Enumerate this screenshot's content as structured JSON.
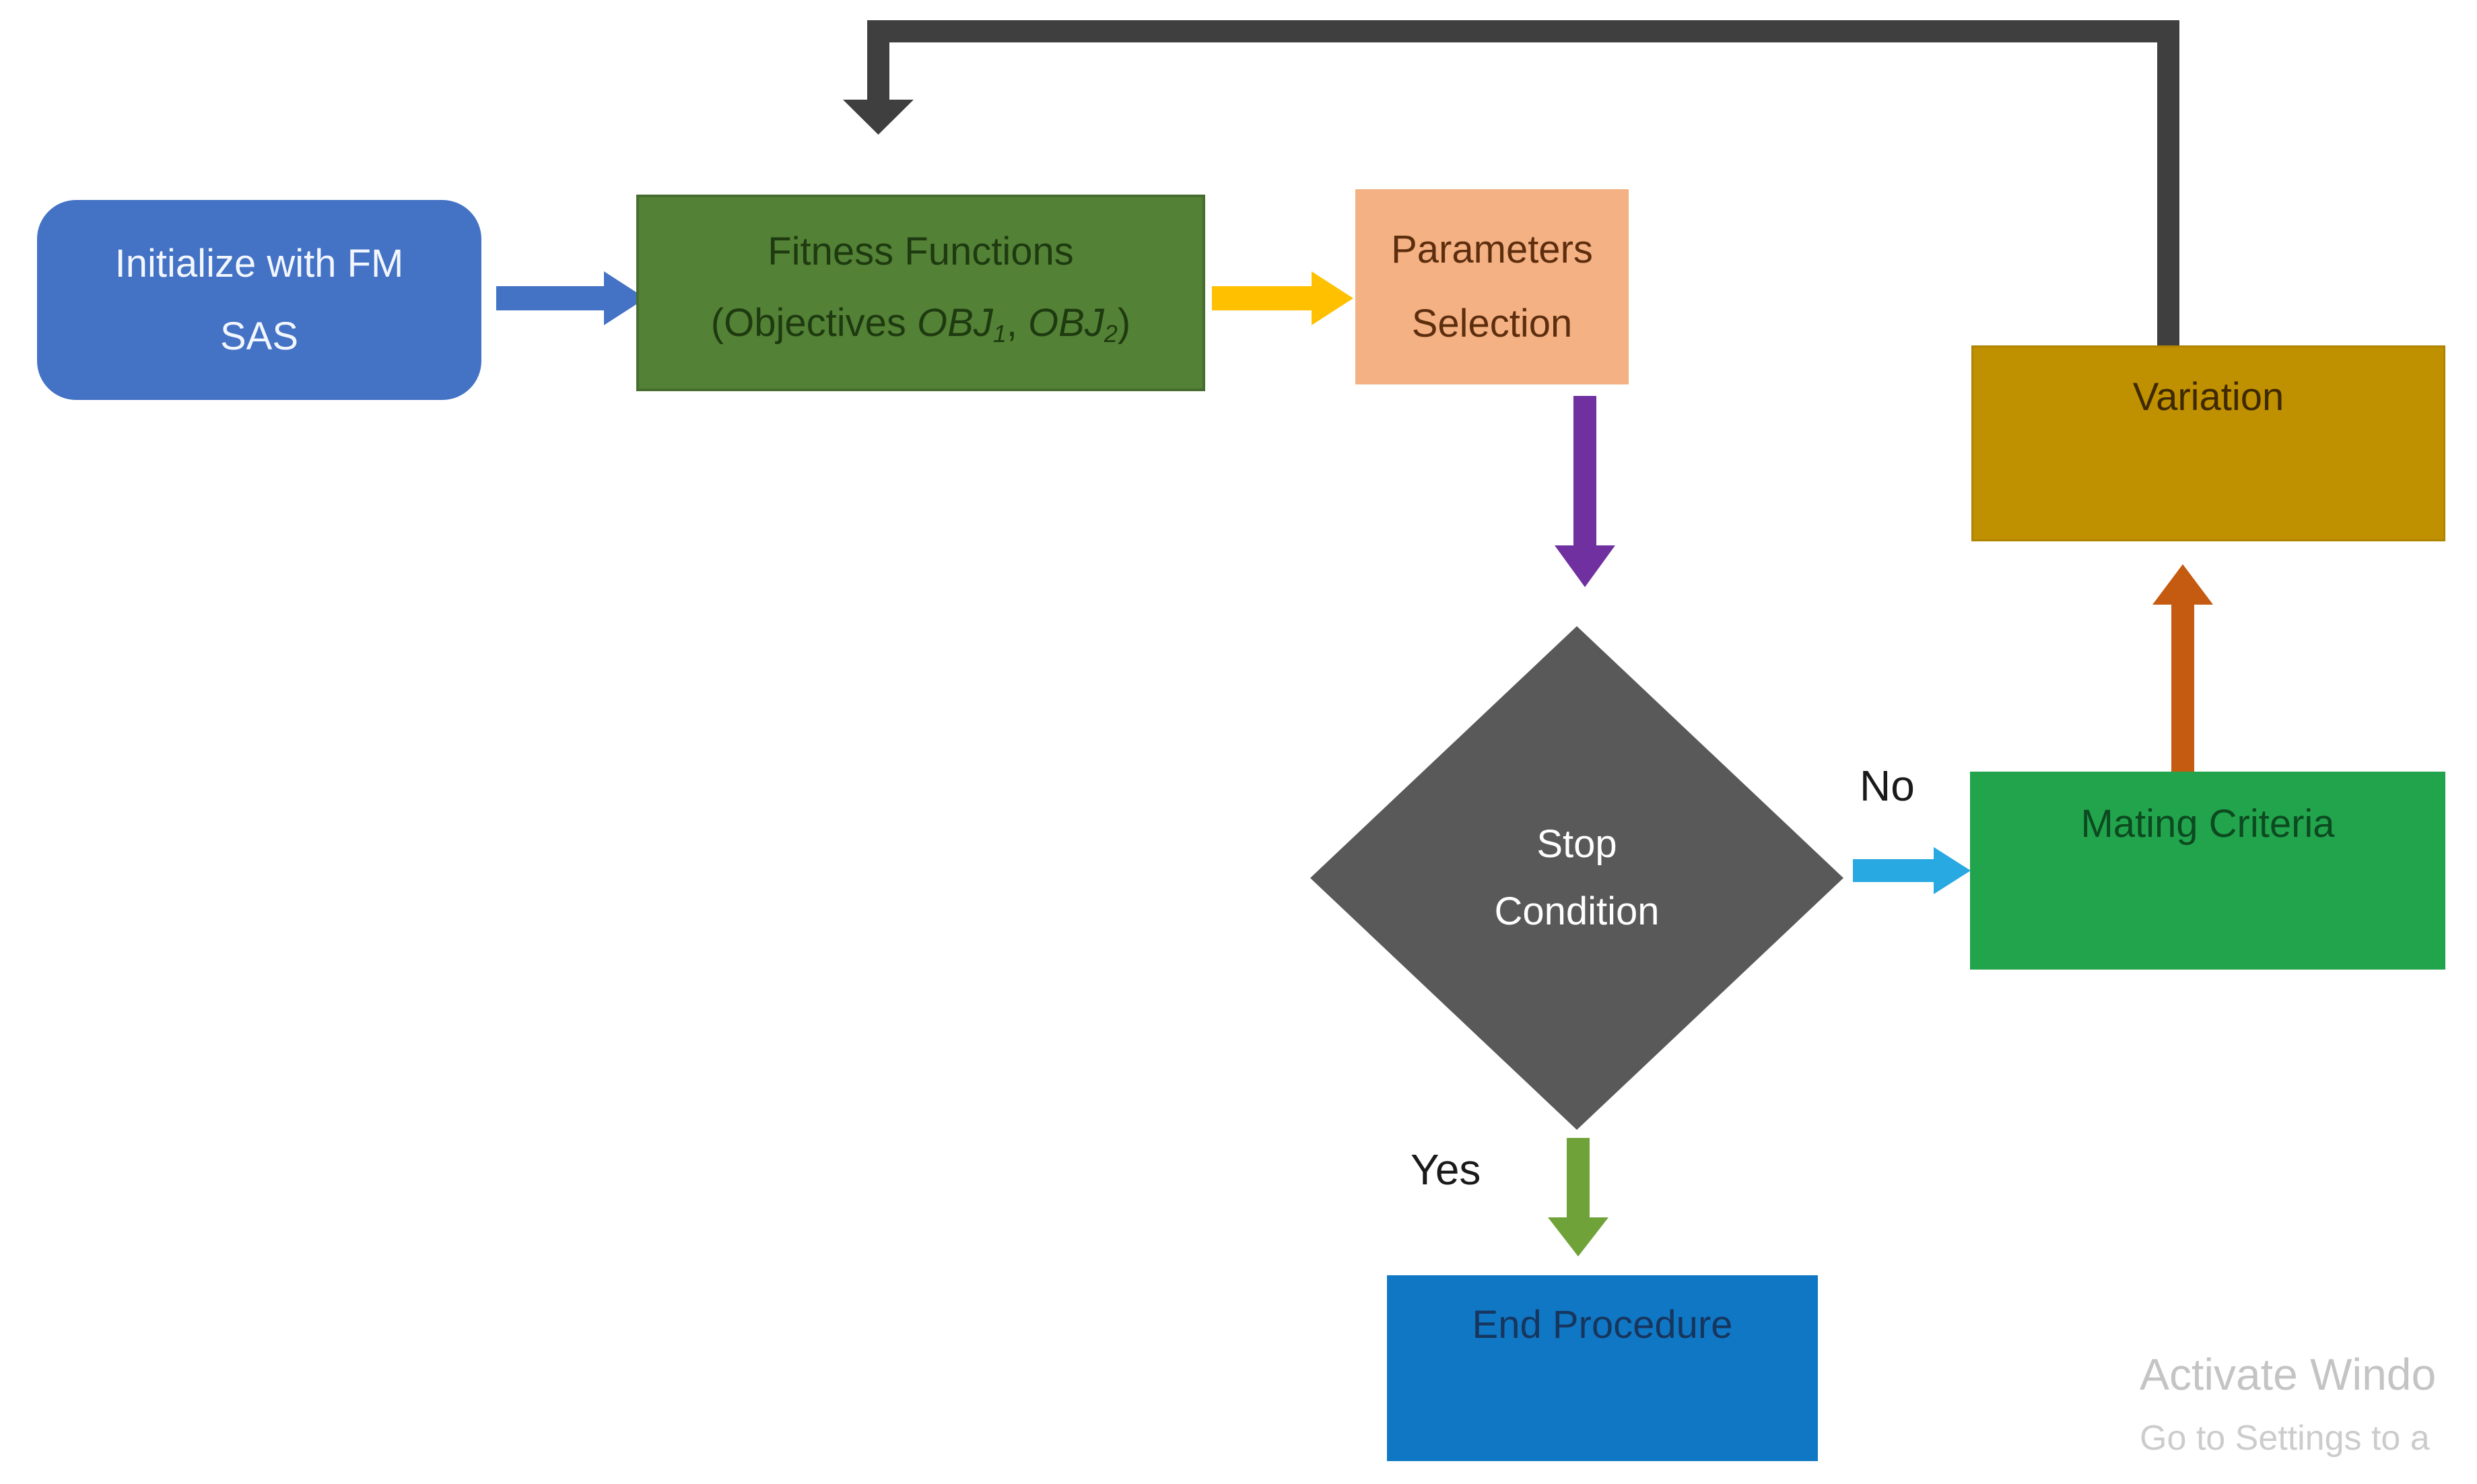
{
  "diagram": {
    "title": "FM-SAS optimization loop flowchart",
    "nodes": {
      "initialize": {
        "line1": "Initialize with FM",
        "line2": "SAS",
        "color": "#4472C4",
        "text_color": "#F2F7FF",
        "shape": "rounded-rectangle"
      },
      "fitness": {
        "line1": "Fitness Functions",
        "line2_prefix": "(Objectives ",
        "obj_label": "OBJ",
        "obj1_sub": "1",
        "separator": ", ",
        "obj2_sub": "2",
        "line2_suffix": ")",
        "color": "#538135",
        "text_color": "#1E3A10",
        "shape": "rectangle"
      },
      "parameters": {
        "line1": "Parameters",
        "line2": "Selection",
        "color": "#F4B183",
        "text_color": "#5D2E0E",
        "shape": "rectangle"
      },
      "stop_condition": {
        "line1": "Stop",
        "line2": "Condition",
        "color": "#595959",
        "text_color": "#FFFFFF",
        "shape": "diamond"
      },
      "mating": {
        "label": "Mating Criteria",
        "color": "#22A44D",
        "text_color": "#0C4A20",
        "shape": "rectangle"
      },
      "variation": {
        "label": "Variation",
        "color": "#BF9000",
        "text_color": "#3E2900",
        "shape": "rectangle"
      },
      "end_procedure": {
        "label": "End Procedure",
        "color": "#1077C5",
        "text_color": "#16365D",
        "shape": "rectangle"
      }
    },
    "edge_labels": {
      "no": "No",
      "yes": "Yes"
    },
    "connectors": {
      "init_to_fitness": {
        "color": "#4472C4",
        "direction": "right"
      },
      "fitness_to_params": {
        "color": "#FFC000",
        "direction": "right"
      },
      "params_to_stop": {
        "color": "#7030A0",
        "direction": "down"
      },
      "stop_to_mating": {
        "color": "#29A9E1",
        "direction": "right",
        "label": "No"
      },
      "mating_to_variation": {
        "color": "#C55A11",
        "direction": "up"
      },
      "stop_to_end": {
        "color": "#6FA33A",
        "direction": "down",
        "label": "Yes"
      },
      "variation_to_fitness_loop": {
        "color": "#3F3F3F",
        "direction": "up-left-down"
      }
    }
  },
  "watermark": {
    "line1": "Activate Windo",
    "line2": "Go to Settings to a"
  }
}
